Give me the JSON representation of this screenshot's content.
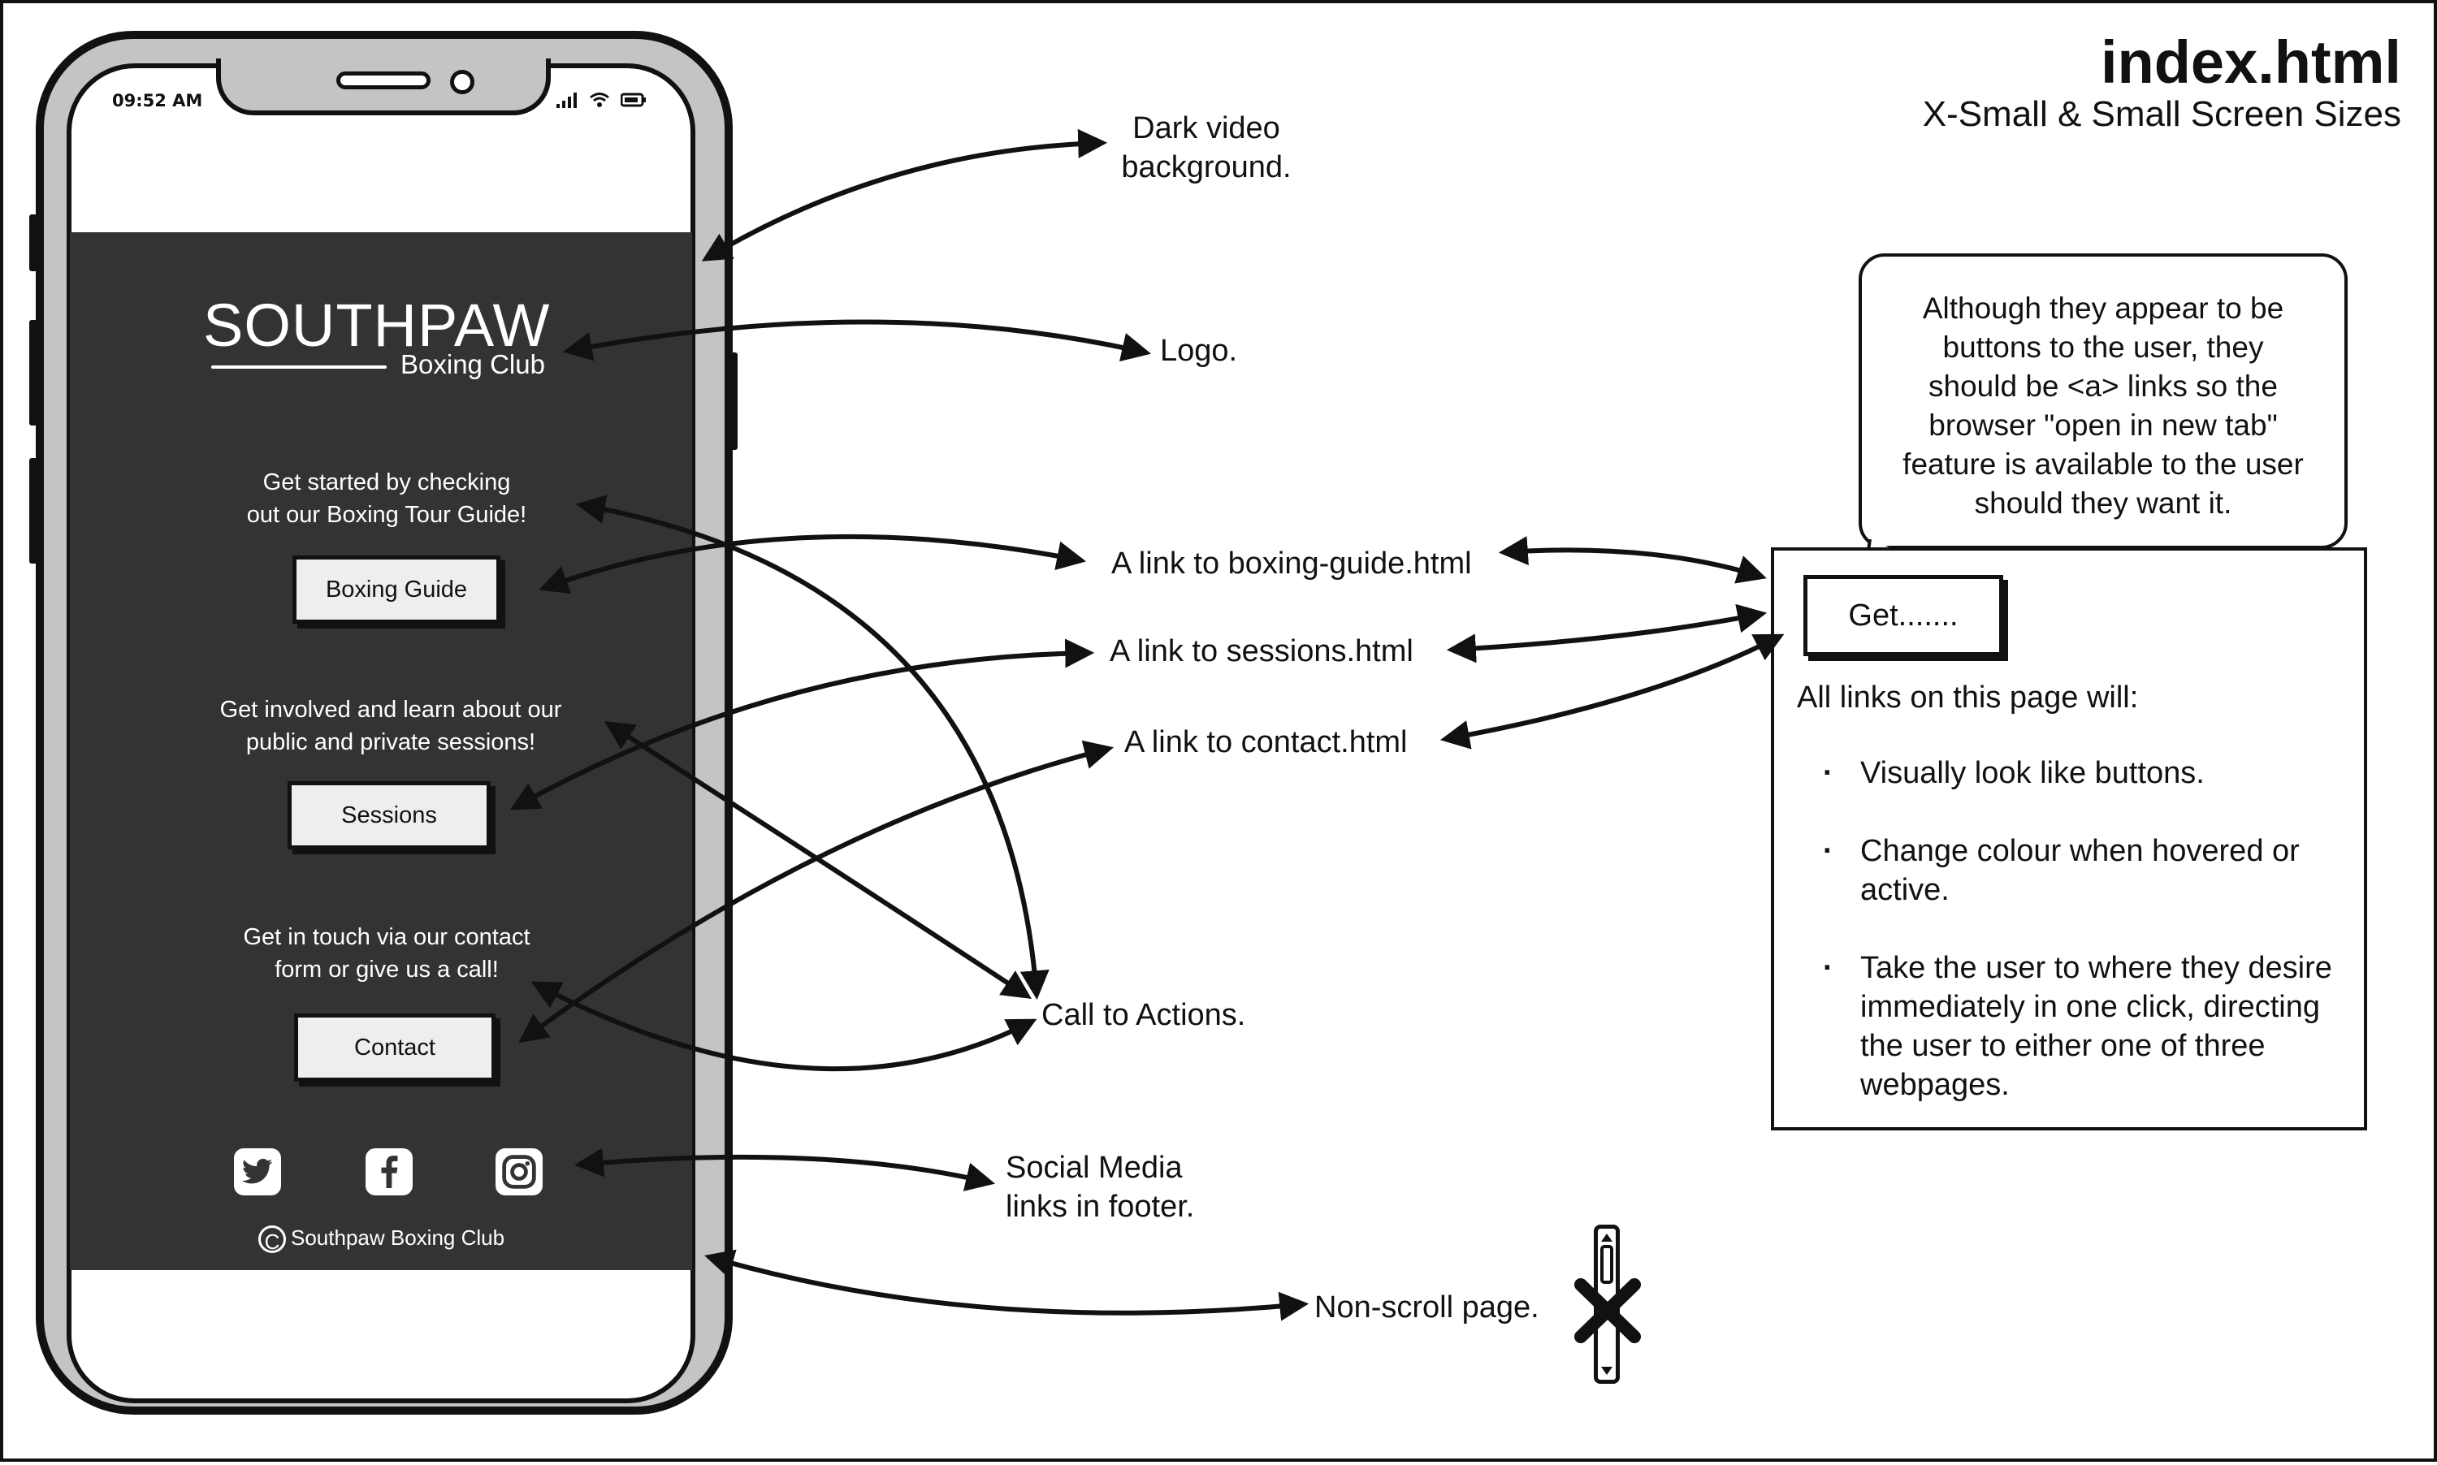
{
  "header": {
    "title": "index.html",
    "subtitle": "X-Small & Small Screen Sizes"
  },
  "phone": {
    "status_time": "09:52 AM",
    "status_icons": [
      "signal-icon",
      "wifi-icon",
      "battery-icon"
    ],
    "logo": {
      "main": "SOUTHPAW",
      "sub": "Boxing Club"
    },
    "ctas": [
      {
        "text": [
          "Get started by checking",
          "out our Boxing Tour Guide!"
        ],
        "button": "Boxing Guide"
      },
      {
        "text": [
          "Get involved and learn about our",
          "public and private sessions!"
        ],
        "button": "Sessions"
      },
      {
        "text": [
          "Get in touch via our contact",
          "form or give us a call!"
        ],
        "button": "Contact"
      }
    ],
    "social_icons": [
      "twitter-icon",
      "facebook-icon",
      "instagram-icon"
    ],
    "copyright": "Southpaw Boxing Club",
    "screen_color": "#333333"
  },
  "annotations": {
    "dark_video": [
      "Dark video",
      "background."
    ],
    "logo": "Logo.",
    "link_boxing": "A link to boxing-guide.html",
    "link_sessions": "A link to sessions.html",
    "link_contact": "A link to contact.html",
    "cta": "Call to Actions.",
    "social": [
      "Social Media",
      "links in footer."
    ],
    "non_scroll": "Non-scroll page."
  },
  "bubble": [
    "Although they appear to be",
    "buttons to the user, they",
    "should be <a> links so the",
    "browser \"open in new tab\"",
    "feature is available to the user",
    "should they want it."
  ],
  "note": {
    "button": "Get.......",
    "heading": "All links on this page will:",
    "items": [
      "Visually look like buttons.",
      "Change colour when hovered or active.",
      "Take the user to where they desire immediately in one click, directing the user to either one of three webpages."
    ]
  }
}
